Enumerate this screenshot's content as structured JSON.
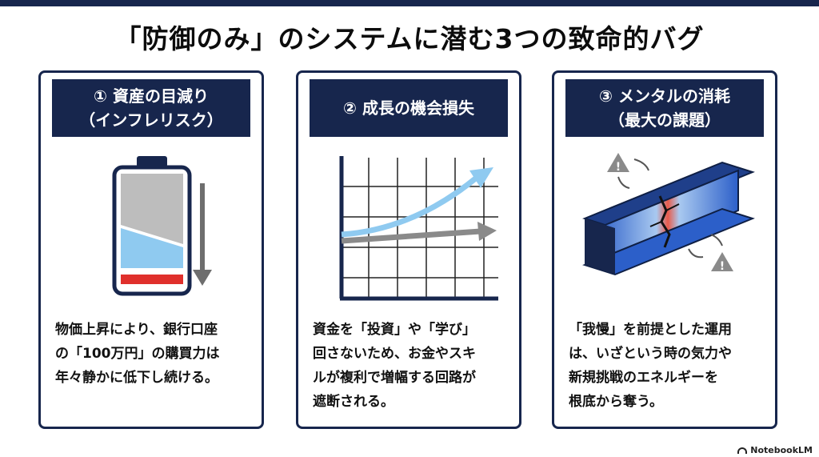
{
  "title": "「防御のみ」のシステムに潜む3つの致命的バグ",
  "cards": [
    {
      "heading": "① 資産の目減り\n（インフレリスク）",
      "body": "物価上昇により、銀行口座\nの「100万円」の購買力は\n年々静かに低下し続ける。",
      "illustration": "battery-draining-icon"
    },
    {
      "heading": "② 成長の機会損失",
      "body": "資金を「投資」や「学び」\n回さないため、お金やスキ\nルが複利で増幅する回路が\n遮断される。",
      "illustration": "growth-gap-chart"
    },
    {
      "heading": "③ メンタルの消耗\n（最大の課題）",
      "body": "「我慢」を前提とした運用\nは、いざという時の気力や\n新規挑戦のエネルギーを\n根底から奪う。",
      "illustration": "cracked-steel-beam"
    }
  ],
  "brand": "NotebookLM",
  "colors": {
    "navy": "#17264d",
    "light_blue": "#7cc3ef",
    "grey": "#7a7a7a",
    "red": "#e0302c"
  }
}
